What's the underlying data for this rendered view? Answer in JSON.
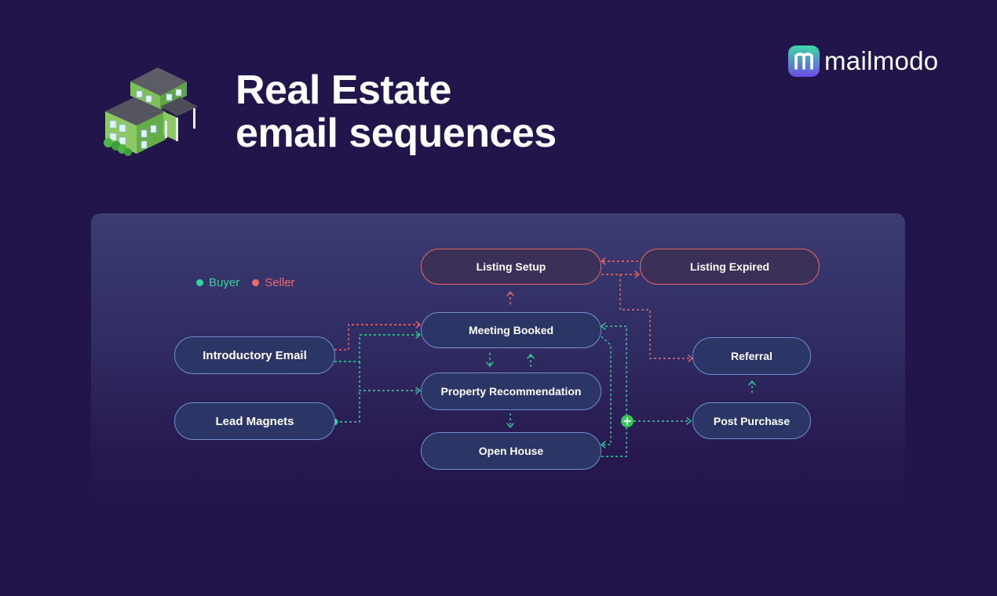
{
  "header": {
    "title_line1": "Real Estate",
    "title_line2": "email sequences"
  },
  "brand": {
    "name": "mailmodo",
    "color": "#5b5ce8"
  },
  "legend": {
    "buyer": "Buyer",
    "seller": "Seller"
  },
  "colors": {
    "buyer": "#34d39a",
    "seller": "#f06a6a",
    "node_border": "#6f8fd0",
    "background": "#22154c"
  },
  "nodes": {
    "listing_setup": "Listing Setup",
    "listing_expired": "Listing Expired",
    "meeting_booked": "Meeting Booked",
    "introductory_email": "Introductory Email",
    "property_recommendation": "Property Recommendation",
    "lead_magnets": "Lead Magnets",
    "open_house": "Open House",
    "referral": "Referral",
    "post_purchase": "Post Purchase"
  }
}
